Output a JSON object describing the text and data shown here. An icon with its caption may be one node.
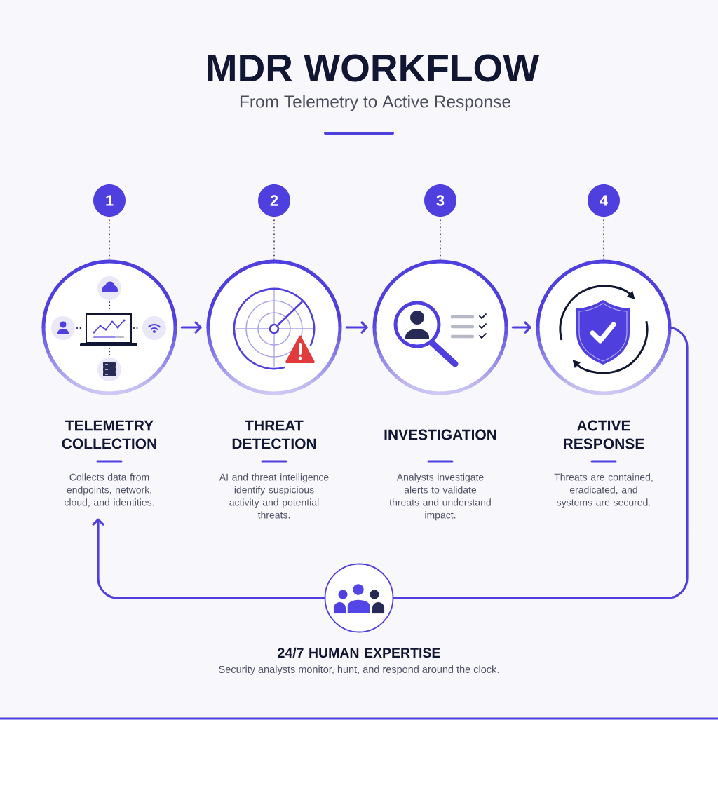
{
  "diagram": {
    "title": "MDR WORKFLOW",
    "nodes": [
      {
        "text": [
          "1"
        ]
      },
      {
        "text": [
          "2"
        ]
      },
      {
        "text": [
          "3"
        ]
      },
      {
        "text": [
          "4"
        ]
      },
      {
        "text": [
          "TELEMETRY COLLECTION",
          "Collects data from endpoints, network, cloud, and identities."
        ]
      },
      {
        "text": [
          "THREAT DETECTION",
          "AI and threat intelligence identify suspicious activity and potential threats."
        ]
      },
      {
        "text": [
          "INVESTIGATION",
          "Analysts investigate alerts to validate threats and understand impact."
        ]
      },
      {
        "text": [
          "ACTIVE RESPONSE",
          "Threats are contained, eradicated, and systems are secured."
        ]
      },
      {
        "text": [
          "24/7 HUMAN EXPERTISE",
          "Security analysts monitor, hunt, and respond around the clock."
        ]
      }
    ],
    "edges": [
      {
        "from": 0,
        "to": 4,
        "arrow": "none",
        "style": "dashed",
        "color": "#4b4e5c"
      },
      {
        "from": 1,
        "to": 5,
        "arrow": "none",
        "style": "dashed",
        "color": "#4b4e5c"
      },
      {
        "from": 2,
        "to": 6,
        "arrow": "none",
        "style": "dashed",
        "color": "#4b4e5c"
      },
      {
        "from": 3,
        "to": 7,
        "arrow": "none",
        "style": "dashed",
        "color": "#4b4e5c"
      },
      {
        "from": 4,
        "to": 5,
        "arrow": "to"
      },
      {
        "from": 5,
        "to": 6,
        "arrow": "to"
      },
      {
        "from": 6,
        "to": 7,
        "arrow": "to"
      },
      {
        "from": 7,
        "to": 8,
        "arrow": "none"
      },
      {
        "from": 8,
        "to": 4,
        "arrow": "to"
      }
    ],
    "labels": [
      "From Telemetry to Active Response"
    ]
  }
}
